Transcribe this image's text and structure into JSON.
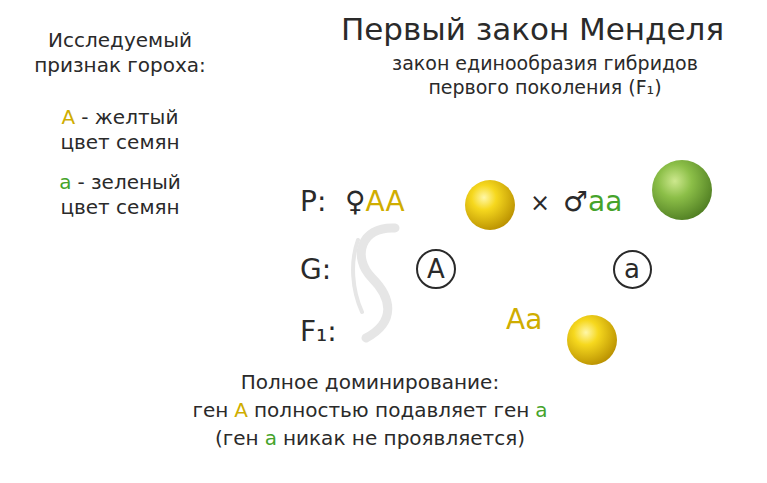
{
  "diagram": {
    "title": "Первый закон Менделя",
    "nodes": [
      {
        "text": [
          "A"
        ]
      },
      {
        "text": [
          "a"
        ]
      }
    ],
    "labels": [
      "Исследуемый признак гороха:",
      "A",
      "- желтый цвет семян",
      "a",
      "- зеленый цвет семян",
      "закон единообразия гибридов первого поколения (F₁)",
      "P:",
      "♀",
      "AA",
      "×",
      "♂",
      "aa",
      "G:",
      "F₁:",
      "Aa",
      "Полное доминирование:",
      "ген",
      "A",
      "полностью подавляет ген",
      "a",
      "(ген",
      "a",
      "никак не проявляется)"
    ]
  }
}
